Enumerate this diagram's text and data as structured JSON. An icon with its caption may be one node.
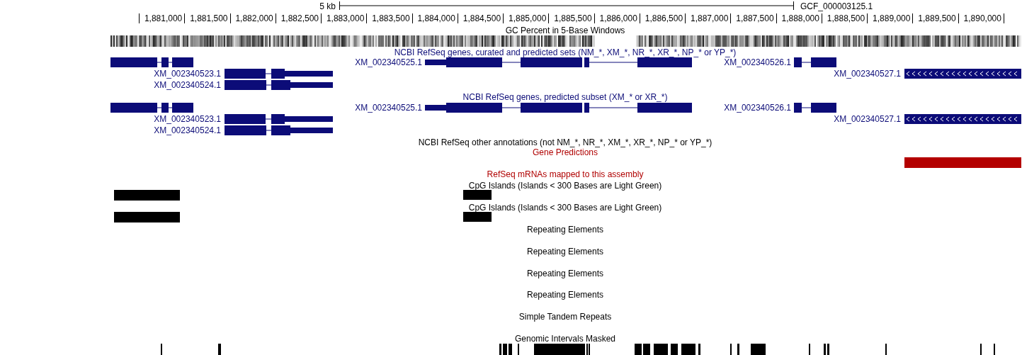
{
  "diagram": {
    "labels": [
      "5 kb",
      "GCF_000003125.1",
      "1,881,000",
      "1,881,500",
      "1,882,000",
      "1,882,500",
      "1,883,000",
      "1,883,500",
      "1,884,000",
      "1,884,500",
      "1,885,000",
      "1,885,500",
      "1,886,000",
      "1,886,500",
      "1,887,000",
      "1,887,500",
      "1,888,000",
      "1,888,500",
      "1,889,000",
      "1,889,500",
      "1,890,000",
      "GC Percent in 5-Base Windows",
      "NCBI RefSeq genes, curated and predicted sets (NM_*, XM_*, NR_*, XR_*, NP_* or YP_*)",
      "XM_002340525.1",
      "XM_002340526.1",
      "XM_002340523.1",
      "XM_002340527.1",
      "XM_002340524.1",
      "NCBI RefSeq genes, predicted subset (XM_* or XR_*)",
      "XM_002340525.1",
      "XM_002340526.1",
      "XM_002340523.1",
      "XM_002340527.1",
      "XM_002340524.1",
      "NCBI RefSeq other annotations (not NM_*, NR_*, XM_*, XR_*, NP_* or YP_*)",
      "Gene Predictions",
      "RefSeq mRNAs mapped to this assembly",
      "CpG Islands (Islands < 300 Bases are Light Green)",
      "CpG Islands (Islands < 300 Bases are Light Green)",
      "Repeating Elements",
      "Repeating Elements",
      "Repeating Elements",
      "Repeating Elements",
      "Simple Tandem Repeats",
      "Genomic Intervals Masked"
    ]
  }
}
